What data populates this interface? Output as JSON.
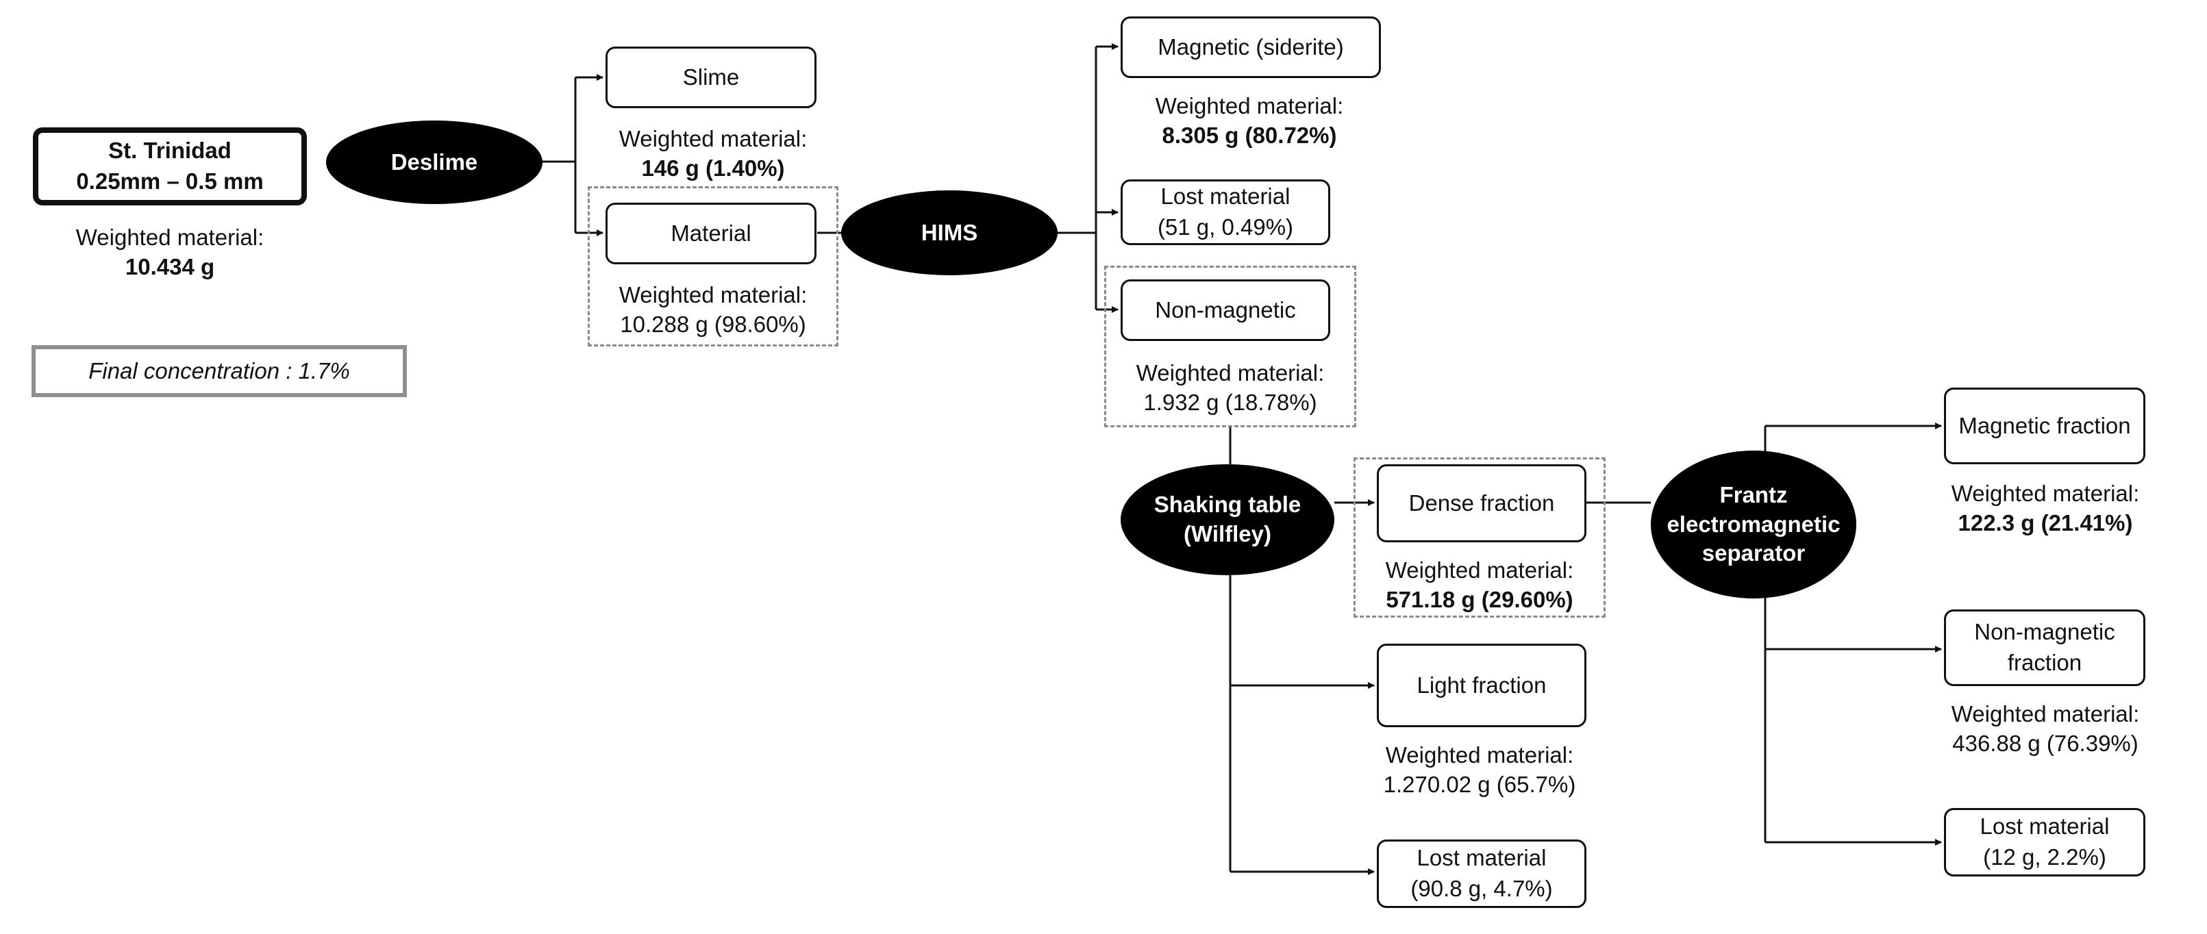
{
  "source": {
    "name_line1": "St. Trinidad",
    "name_line2": "0.25mm – 0.5 mm",
    "weight_label": "Weighted material:",
    "weight_value": "10.434 g"
  },
  "final_concentration": "Final concentration : 1.7%",
  "processes": {
    "deslime": "Deslime",
    "hims": "HIMS",
    "shaking_line1": "Shaking table",
    "shaking_line2": "(Wilfley)",
    "frantz_line1": "Frantz",
    "frantz_line2": "electromagnetic",
    "frantz_line3": "separator"
  },
  "products": {
    "slime": {
      "label": "Slime",
      "weight_label": "Weighted material:",
      "weight_value": "146 g (1.40%)"
    },
    "material": {
      "label": "Material",
      "weight_label": "Weighted material:",
      "weight_value": "10.288 g (98.60%)"
    },
    "magnetic_siderite": {
      "label": "Magnetic (siderite)",
      "weight_label": "Weighted material:",
      "weight_value": "8.305 g (80.72%)"
    },
    "hims_lost": {
      "line1": "Lost material",
      "line2": "(51 g, 0.49%)"
    },
    "non_magnetic": {
      "label": "Non-magnetic",
      "weight_label": "Weighted material:",
      "weight_value": "1.932 g (18.78%)"
    },
    "dense_fraction": {
      "label": "Dense  fraction",
      "weight_label": "Weighted material:",
      "weight_value": "571.18 g (29.60%)"
    },
    "light_fraction": {
      "label": "Light fraction",
      "weight_label": "Weighted material:",
      "weight_value": "1.270.02 g (65.7%)"
    },
    "table_lost": {
      "line1": "Lost material",
      "line2": "(90.8 g, 4.7%)"
    },
    "magnetic_fraction": {
      "label": "Magnetic fraction",
      "weight_label": "Weighted material:",
      "weight_value": "122.3 g (21.41%)"
    },
    "non_magnetic_fraction": {
      "line1": "Non-magnetic",
      "line2": "fraction",
      "weight_label": "Weighted material:",
      "weight_value": "436.88 g (76.39%)"
    },
    "frantz_lost": {
      "line1": "Lost material",
      "line2": "(12 g, 2.2%)"
    }
  }
}
